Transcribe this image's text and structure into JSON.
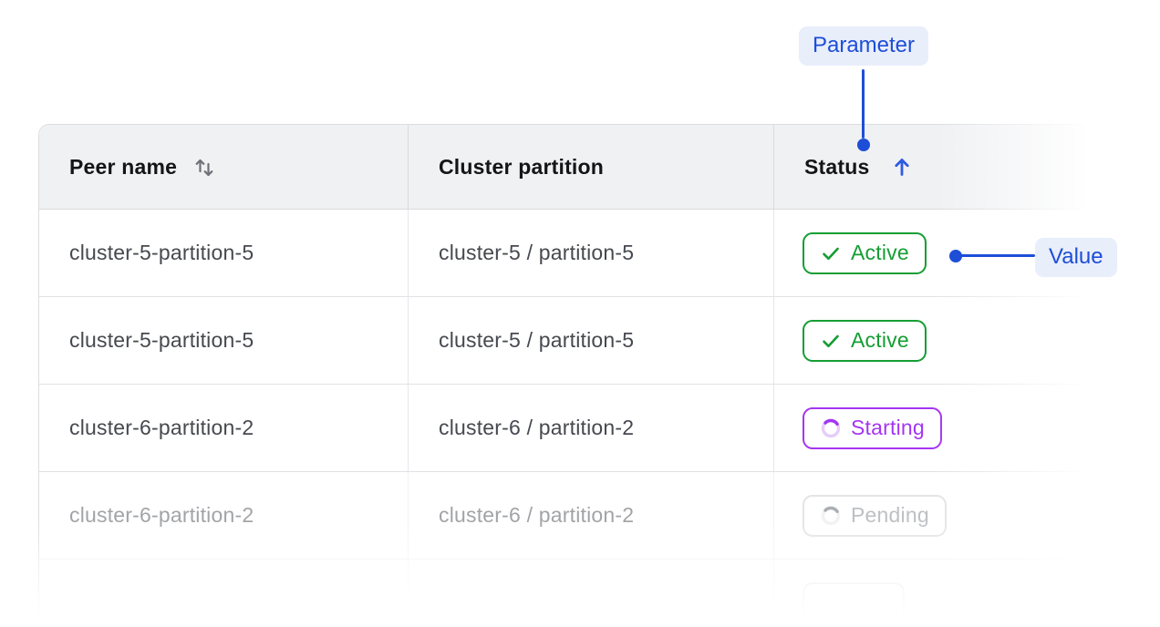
{
  "annotations": {
    "parameter_label": "Parameter",
    "value_label": "Value"
  },
  "table": {
    "columns": [
      {
        "label": "Peer name",
        "sort_icon": "both-directions"
      },
      {
        "label": "Cluster partition",
        "sort_icon": null
      },
      {
        "label": "Status",
        "sort_icon": "ascending"
      }
    ],
    "rows": [
      {
        "peer_name": "cluster-5-partition-5",
        "cluster_partition": "cluster-5 / partition-5",
        "status": "Active",
        "status_kind": "active",
        "faded": false,
        "partial": false
      },
      {
        "peer_name": "cluster-5-partition-5",
        "cluster_partition": "cluster-5 / partition-5",
        "status": "Active",
        "status_kind": "active",
        "faded": false,
        "partial": false
      },
      {
        "peer_name": "cluster-6-partition-2",
        "cluster_partition": "cluster-6 / partition-2",
        "status": "Starting",
        "status_kind": "starting",
        "faded": false,
        "partial": false
      },
      {
        "peer_name": "cluster-6-partition-2",
        "cluster_partition": "cluster-6 / partition-2",
        "status": "Pending",
        "status_kind": "pending",
        "faded": true,
        "partial": false
      },
      {
        "peer_name": "",
        "cluster_partition": "",
        "status": "",
        "status_kind": "pending",
        "faded": false,
        "partial": true
      }
    ]
  },
  "colors": {
    "annotation_blue": "#1d4ed8",
    "annotation_bg": "#e9eefb",
    "sort_arrow_blue": "#2e5be5",
    "sort_icon_gray": "#6e7278",
    "active_green": "#149e33",
    "starting_purple": "#a435f2",
    "starting_spinner_track": "#e7cdf9",
    "pending_border": "#c9cbd0",
    "pending_text": "#7d828b",
    "pending_spinner_track": "#e5e6e9",
    "pending_spinner_arc": "#5a5f69",
    "header_bg": "#f0f1f3",
    "header_text": "#141519",
    "header_divider": "#d9dadd",
    "outer_border": "#dcdde0",
    "row_divider": "#e1e2e6",
    "cell_divider": "#e6e7ea",
    "cell_text": "#46494f"
  }
}
